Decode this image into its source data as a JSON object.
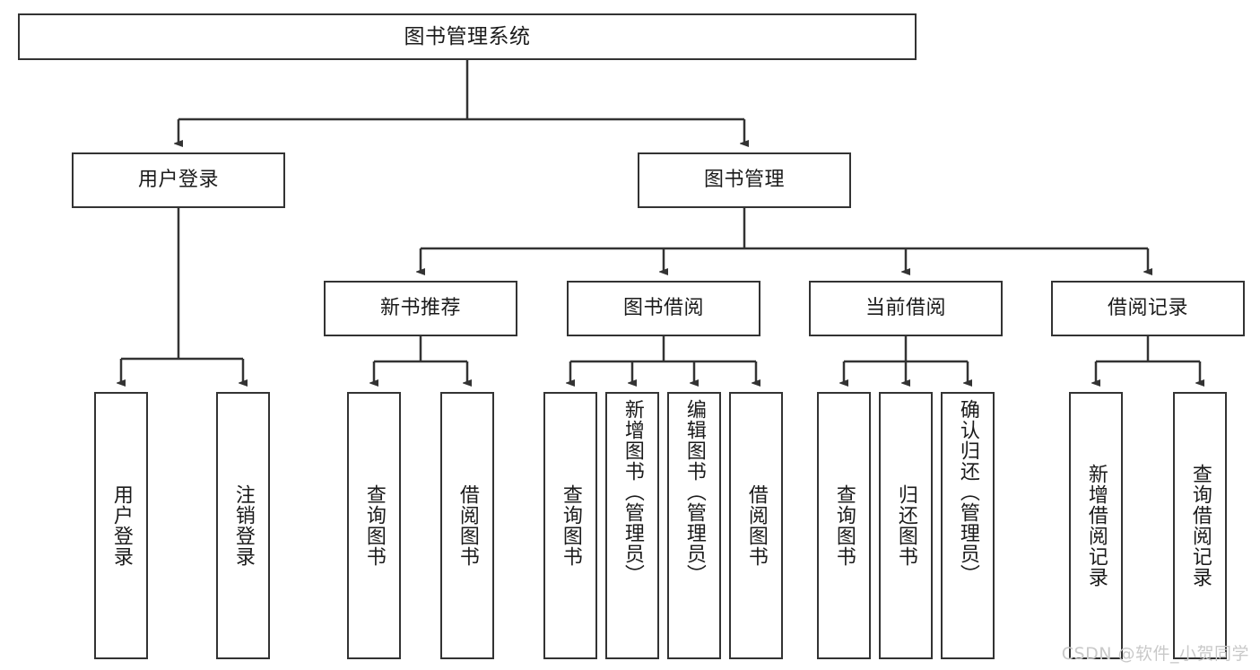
{
  "diagram": {
    "title": "图书管理系统",
    "type": "tree-hierarchy",
    "watermark": "CSDN @软件_小贺同学",
    "colors": {
      "stroke": "#333333",
      "fill": "#ffffff",
      "text": "#1b1b1b",
      "watermark": "#c9c9c9"
    },
    "root": {
      "label": "图书管理系统"
    },
    "branches": [
      {
        "label": "用户登录"
      },
      {
        "label": "图书管理"
      }
    ],
    "subbranches": [
      {
        "label": "新书推荐"
      },
      {
        "label": "图书借阅"
      },
      {
        "label": "当前借阅"
      },
      {
        "label": "借阅记录"
      }
    ],
    "leaves": {
      "user_login": [
        {
          "label": "用户登录"
        },
        {
          "label": "注销登录"
        }
      ],
      "new_book_recommend": [
        {
          "label": "查询图书"
        },
        {
          "label": "借阅图书"
        }
      ],
      "book_borrow": [
        {
          "label": "查询图书"
        },
        {
          "label": "新增图书（管理员）"
        },
        {
          "label": "编辑图书（管理员）"
        },
        {
          "label": "借阅图书"
        }
      ],
      "current_borrow": [
        {
          "label": "查询图书"
        },
        {
          "label": "归还图书"
        },
        {
          "label": "确认归还（管理员）"
        }
      ],
      "borrow_record": [
        {
          "label": "新增借阅记录"
        },
        {
          "label": "查询借阅记录"
        }
      ]
    }
  }
}
